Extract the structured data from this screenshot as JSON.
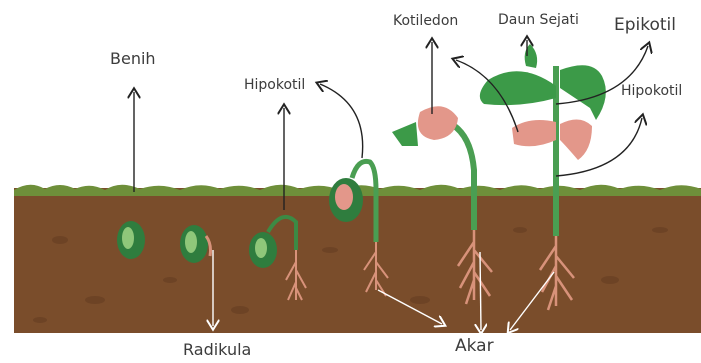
{
  "labels": {
    "benih": "Benih",
    "hipokotil_1": "Hipokotil",
    "kotiledon": "Kotiledon",
    "daun_sejati": "Daun Sejati",
    "epikotil": "Epikotil",
    "hipokotil_2": "Hipokotil",
    "radikula": "Radikula",
    "akar": "Akar"
  },
  "colors": {
    "soil": "#7a4d2b",
    "soil_dark": "#6a4124",
    "grass": "#6e8f3a",
    "seed_green": "#2f7d3e",
    "seed_light": "#8fc77a",
    "cotyledon_pink": "#e3978a",
    "leaf_green": "#3c9a48",
    "stem_green": "#4a9e52",
    "root_pink": "#d8927a",
    "arrow_dark": "#222222",
    "arrow_white": "#ffffff"
  }
}
